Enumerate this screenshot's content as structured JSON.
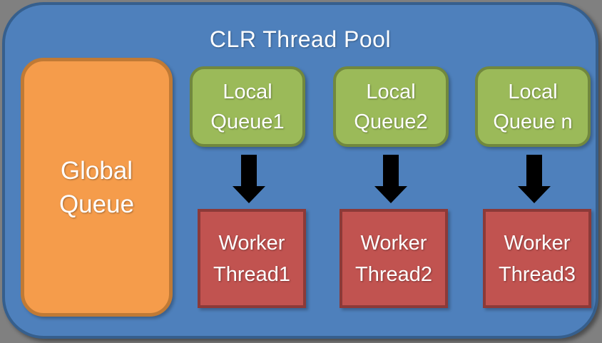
{
  "title": "CLR Thread Pool",
  "global_queue": {
    "lines": [
      "Global",
      "Queue"
    ]
  },
  "local_queues": [
    {
      "lines": [
        "Local",
        "Queue1"
      ]
    },
    {
      "lines": [
        "Local",
        "Queue2"
      ]
    },
    {
      "lines": [
        "Local",
        "Queue n"
      ]
    }
  ],
  "worker_threads": [
    {
      "lines": [
        "Worker",
        "Thread1"
      ]
    },
    {
      "lines": [
        "Worker",
        "Thread2"
      ]
    },
    {
      "lines": [
        "Worker",
        "Thread3"
      ]
    }
  ],
  "icons": {
    "arrow": "down-arrow"
  },
  "colors": {
    "canvas_background": "#808080",
    "pool_fill": "#4E80BC",
    "pool_border": "#365F8D",
    "global_fill": "#F59C4B",
    "global_border": "#C07A35",
    "local_fill": "#9BBA59",
    "local_border": "#71883E",
    "worker_fill": "#C15350",
    "worker_border": "#8C3A38",
    "arrow_fill": "#000000",
    "text": "#FFFFFF"
  }
}
